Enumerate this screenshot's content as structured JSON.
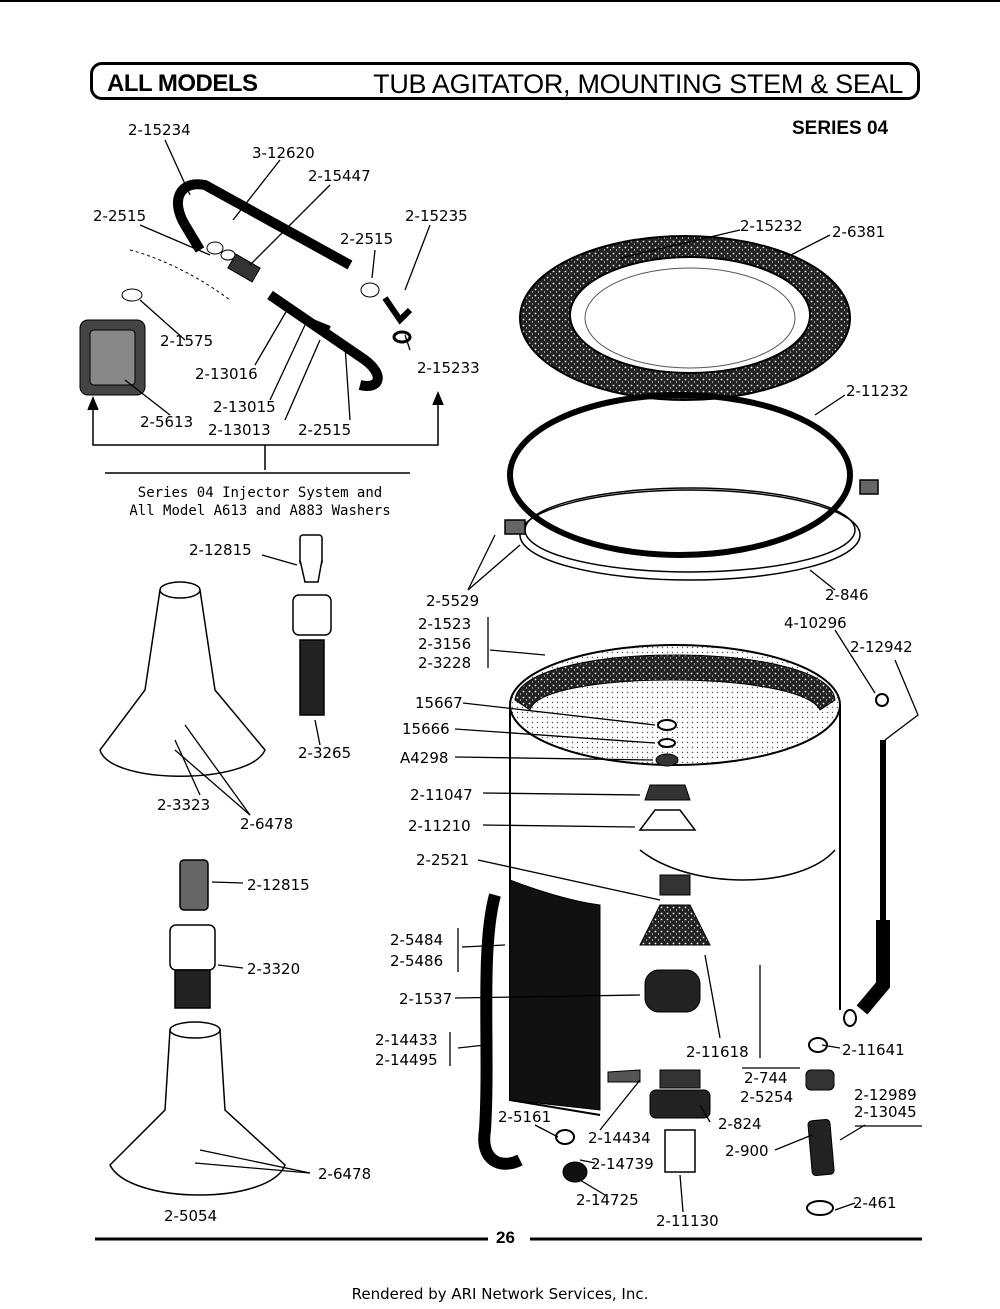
{
  "header": {
    "left_title": "ALL MODELS",
    "right_title": "TUB AGITATOR, MOUNTING STEM & SEAL",
    "series": "SERIES 04"
  },
  "injector_caption": [
    "Series 04 Injector System and",
    "All Model A613 and A883 Washers"
  ],
  "page_number": "26",
  "footer": "Rendered by ARI Network Services, Inc.",
  "labels": {
    "p2_15234": "2-15234",
    "p3_12620": "3-12620",
    "p2_15447": "2-15447",
    "p2_2515a": "2-2515",
    "p2_15235": "2-15235",
    "p2_2515b": "2-2515",
    "p2_1575": "2-1575",
    "p2_13016": "2-13016",
    "p2_15233": "2-15233",
    "p2_13015": "2-13015",
    "p2_5613": "2-5613",
    "p2_13013": "2-13013",
    "p2_2515c": "2-2515",
    "p2_15232": "2-15232",
    "p2_6381": "2-6381",
    "p2_11232": "2-11232",
    "p2_12815a": "2-12815",
    "p2_5529": "2-5529",
    "p2_846": "2-846",
    "p2_3265": "2-3265",
    "p2_3323": "2-3323",
    "p2_6478a": "2-6478",
    "p2_1523": "2-1523",
    "p2_3156": "2-3156",
    "p2_3228": "2-3228",
    "p4_10296": "4-10296",
    "p2_12942": "2-12942",
    "p15667": "15667",
    "p15666": "15666",
    "pA4298": "A4298",
    "p2_11047": "2-11047",
    "p2_11210": "2-11210",
    "p2_2521": "2-2521",
    "p2_12815b": "2-12815",
    "p2_5484": "2-5484",
    "p2_5486": "2-5486",
    "p2_3320": "2-3320",
    "p2_1537": "2-1537",
    "p2_14433": "2-14433",
    "p2_14495": "2-14495",
    "p2_11618": "2-11618",
    "p2_744": "2-744",
    "p2_5254": "2-5254",
    "p2_11641": "2-11641",
    "p2_12989": "2-12989",
    "p2_13045": "2-13045",
    "p2_5161": "2-5161",
    "p2_14434": "2-14434",
    "p2_824": "2-824",
    "p2_900": "2-900",
    "p2_14739": "2-14739",
    "p2_6478b": "2-6478",
    "p2_14725": "2-14725",
    "p2_11130": "2-11130",
    "p2_461": "2-461",
    "p2_5054": "2-5054"
  }
}
